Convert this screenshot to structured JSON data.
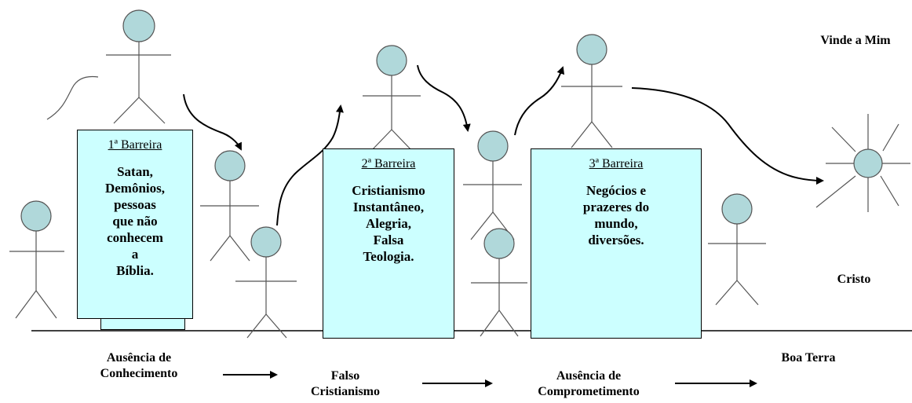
{
  "barriers": [
    {
      "title": "1ª Barreira",
      "body": "Satan,\nDemônios,\npessoas\nque não\nconhecem\na\nBíblia."
    },
    {
      "title": "2ª Barreira",
      "body": "Cristianismo\nInstantâneo,\nAlegria,\nFalsa\nTeologia."
    },
    {
      "title": "3ª Barreira",
      "body": "Negócios e\nprazeres do\nmundo,\ndiversões."
    }
  ],
  "stages": {
    "ausencia_conhecimento": "Ausência de\nConhecimento",
    "falso_cristianismo": "Falso\nCristianismo",
    "ausencia_comprometimento": "Ausência de\nComprometimento",
    "boa_terra": "Boa Terra"
  },
  "vinde_a_mim": "Vinde a Mim",
  "cristo": "Cristo",
  "colors": {
    "barrier_fill": "#ccffff",
    "head_fill": "#b0d8da",
    "line": "#000000"
  }
}
